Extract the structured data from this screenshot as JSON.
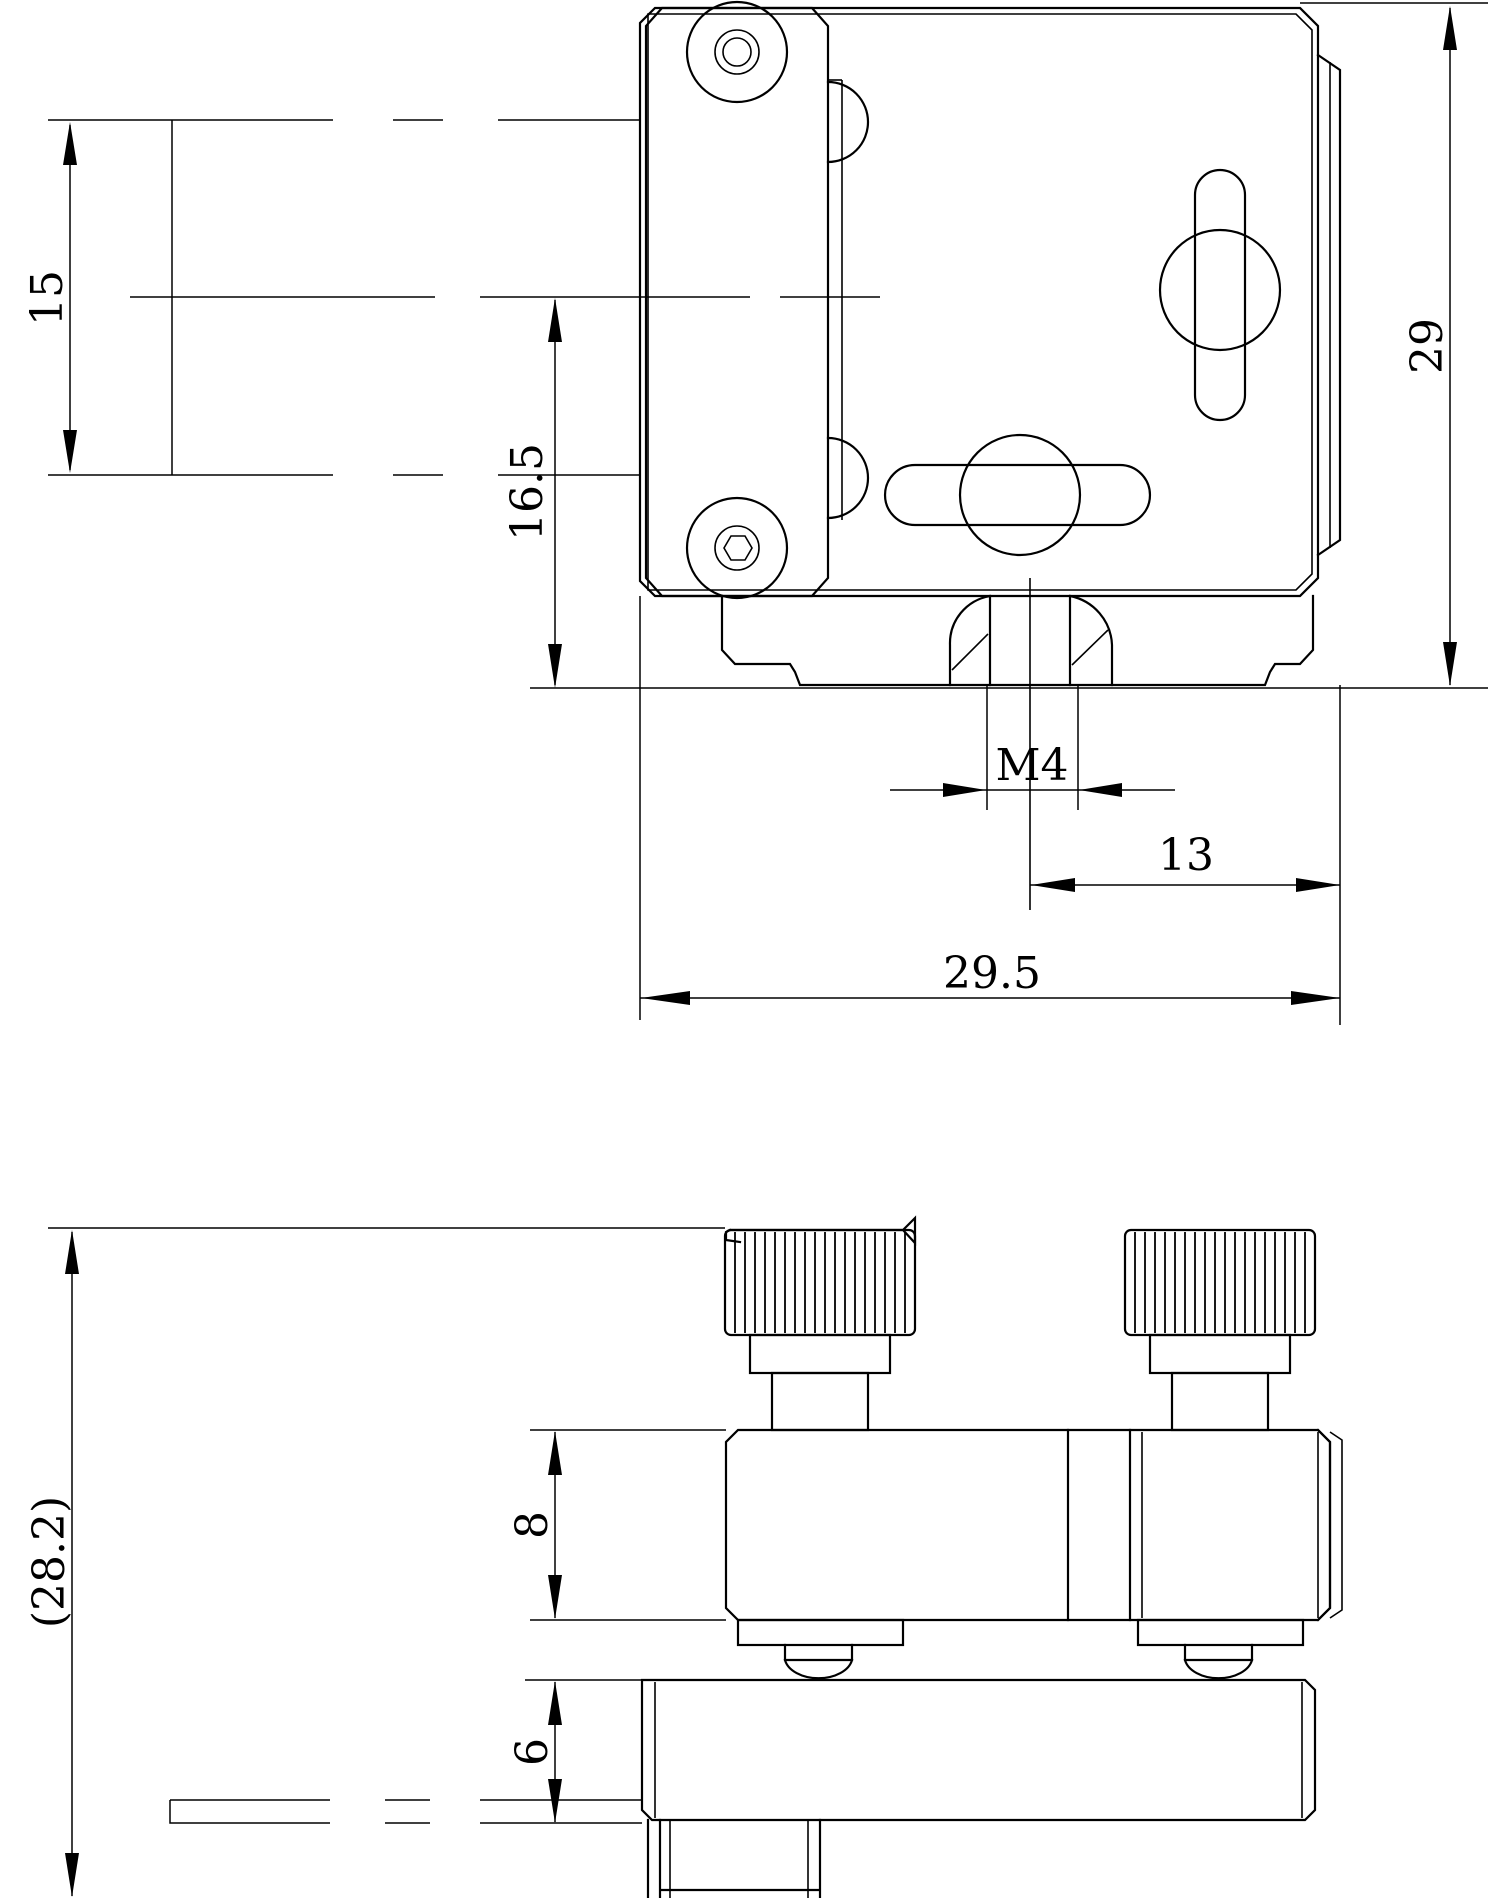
{
  "dimensions": {
    "top_height_left": "15",
    "top_height_offset": "16.5",
    "top_height_total": "29",
    "thread": "M4",
    "thread_offset": "13",
    "top_width": "29.5",
    "side_height_total": "(28.2)",
    "side_block_height": "8",
    "side_base_height": "6"
  }
}
